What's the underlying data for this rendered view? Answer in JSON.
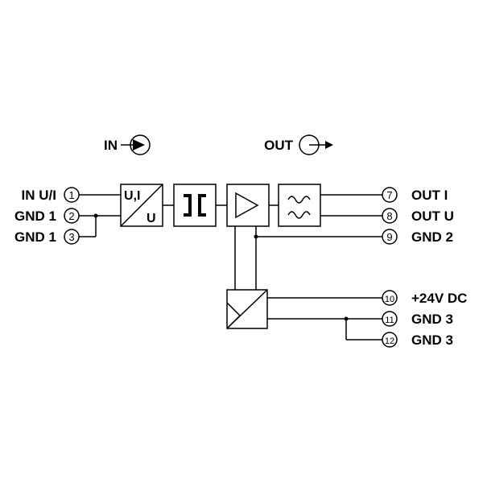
{
  "legend": {
    "in_label": "IN",
    "out_label": "OUT"
  },
  "inputs": [
    {
      "label": "IN U/I",
      "num": "1"
    },
    {
      "label": "GND 1",
      "num": "2"
    },
    {
      "label": "GND 1",
      "num": "3"
    }
  ],
  "outputs": [
    {
      "label": "OUT I",
      "num": "7"
    },
    {
      "label": "OUT U",
      "num": "8"
    },
    {
      "label": "GND 2",
      "num": "9"
    },
    {
      "label": "+24V DC",
      "num": "10"
    },
    {
      "label": "GND 3",
      "num": "11"
    },
    {
      "label": "GND 3",
      "num": "12"
    }
  ],
  "converter": {
    "top": "U,I",
    "bottom": "U"
  }
}
